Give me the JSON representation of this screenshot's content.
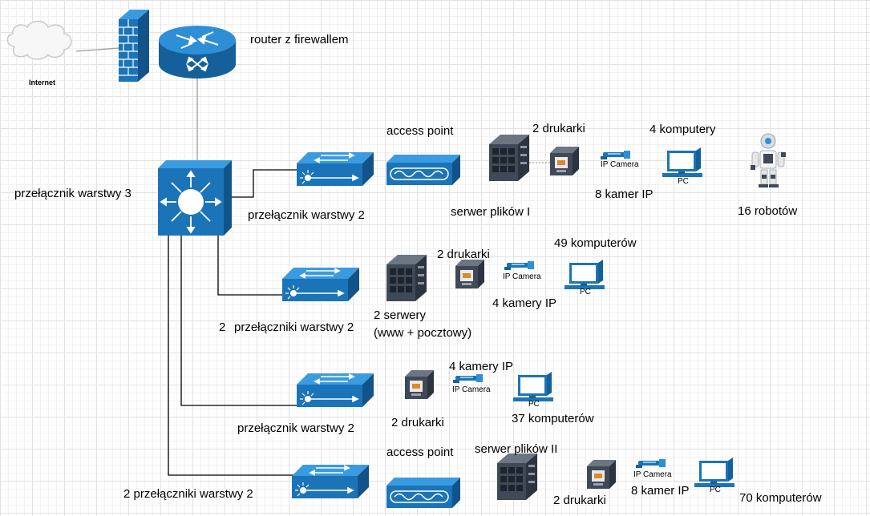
{
  "labels": {
    "internet": "Internet",
    "router": "router z firewallem",
    "core_switch": "przełącznik warstwy 3",
    "sw1": "przełącznik warstwy 2",
    "ap1": "access point",
    "srv1": "serwer plików I",
    "pr1": "2 drukarki",
    "cam1": "8 kamer IP",
    "pc1": "4 komputery",
    "robots": "16 robotów",
    "sw2_prefix": "2",
    "sw2": "przełączniki warstwy 2",
    "srv2_a": "2 serwery",
    "srv2_b": "(www + pocztowy)",
    "pr2": "2 drukarki",
    "cam2": "4 kamery IP",
    "pc2": "49 komputerów",
    "sw3": "przełącznik warstwy 2",
    "pr3": "2 drukarki",
    "cam3": "4 kamery IP",
    "pc3": "37 komputerów",
    "sw4": "2 przełączniki warstwy 2",
    "ap4": "access point",
    "srv4": "serwer plików II",
    "pr4": "2 drukarki",
    "cam4": "8 kamer IP",
    "pc4": "70 komputerów"
  },
  "icon_captions": {
    "ip_camera": "IP Camera",
    "pc": "PC"
  },
  "colors": {
    "device_blue": "#1b74b8",
    "server_dark": "#3c4654",
    "grid": "#e2e2e2"
  }
}
